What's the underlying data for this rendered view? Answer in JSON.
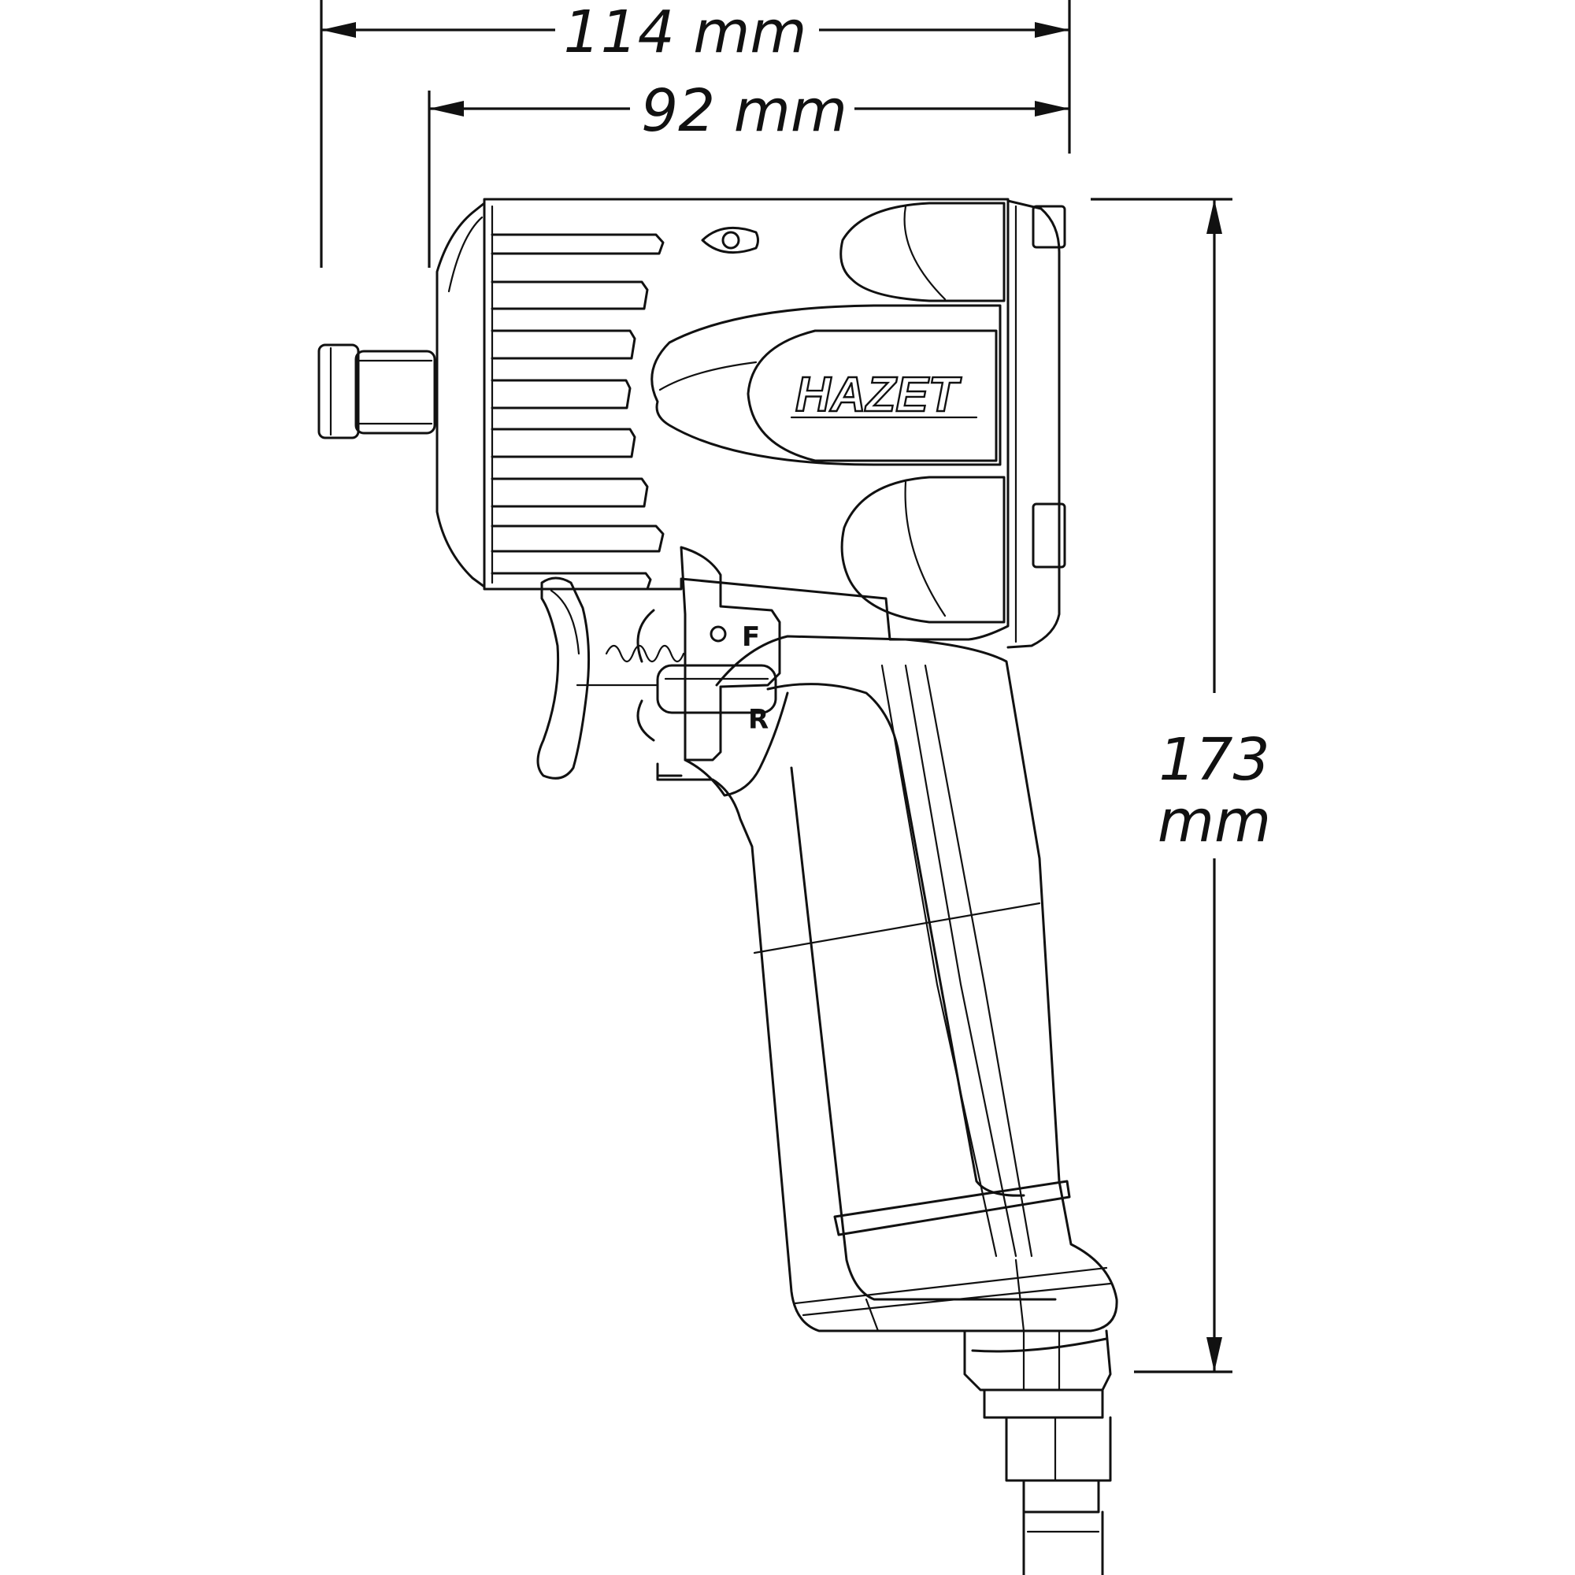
{
  "dimensions": {
    "overall_width": "114 mm",
    "body_width": "92 mm",
    "height_value": "173",
    "height_unit": "mm"
  },
  "tool": {
    "brand": "HAZET",
    "forward_mark": "F",
    "reverse_mark": "R"
  },
  "colors": {
    "line": "#111111",
    "background": "#ffffff"
  }
}
